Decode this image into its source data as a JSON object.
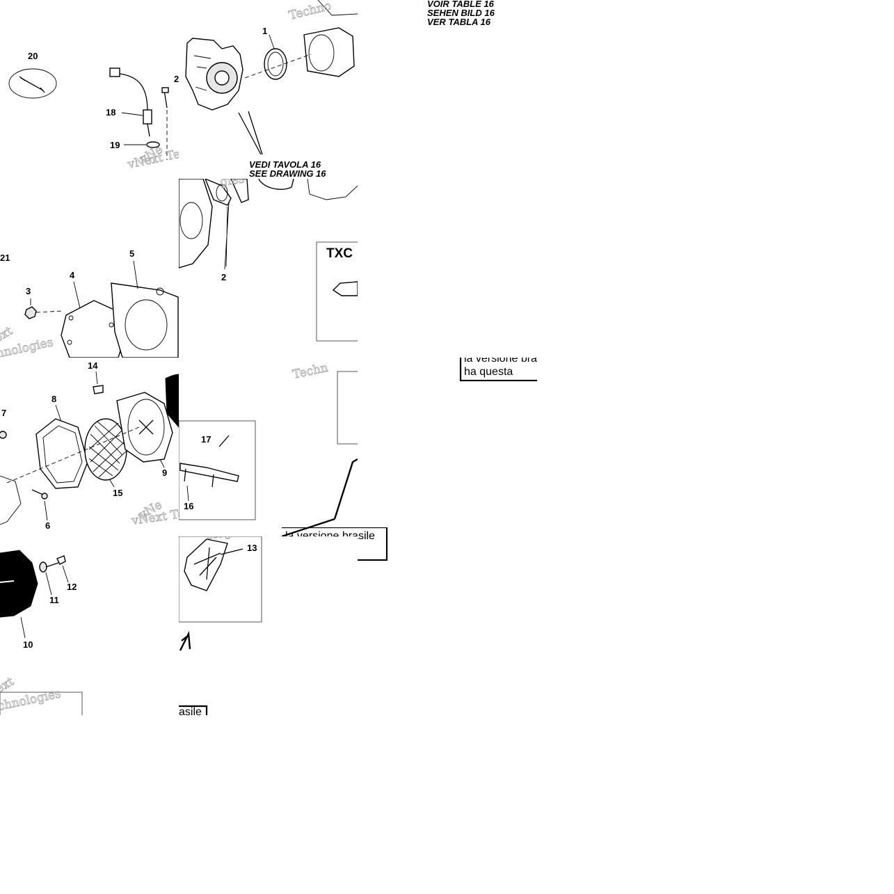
{
  "diagram": {
    "part_numbers": {
      "n1": "1",
      "n2": "2",
      "n2b": "2",
      "n3": "3",
      "n4": "4",
      "n5": "5",
      "n6": "6",
      "n7": "7",
      "n8": "8",
      "n9": "9",
      "n10": "10",
      "n11": "11",
      "n12": "12",
      "n13": "13",
      "n14": "14",
      "n15": "15",
      "n16": "16",
      "n17": "17",
      "n18": "18",
      "n19": "19",
      "n20": "20",
      "n21": "21"
    },
    "references": {
      "see_drawing_it": "VEDI TAVOLA 16",
      "see_drawing_en": "SEE DRAWING 16",
      "see_drawing_fr": "VOIR TABLE 16",
      "see_drawing_de": "SEHEN BILD 16",
      "see_drawing_es": "VER TABLA 16"
    },
    "variant_label": "TXC",
    "notes": {
      "version_note_a": "la versione bra",
      "version_note_b": "ha questa",
      "version_note_c": "la versione brasile",
      "version_note_d": "asile"
    },
    "watermark": {
      "techno": "Techno",
      "techn": "Techn",
      "vnext": "vNext",
      "vnext_te": "vNext Te",
      "ext": "ext",
      "hnologies": "hnologies",
      "gies": "gies",
      "vnext_tec": "vNext Tec",
      "ologies": "ologies",
      "vne": "vNe",
      "ext2": "ext",
      "chnologies": "chnologies",
      "vnex": "vNex"
    }
  }
}
